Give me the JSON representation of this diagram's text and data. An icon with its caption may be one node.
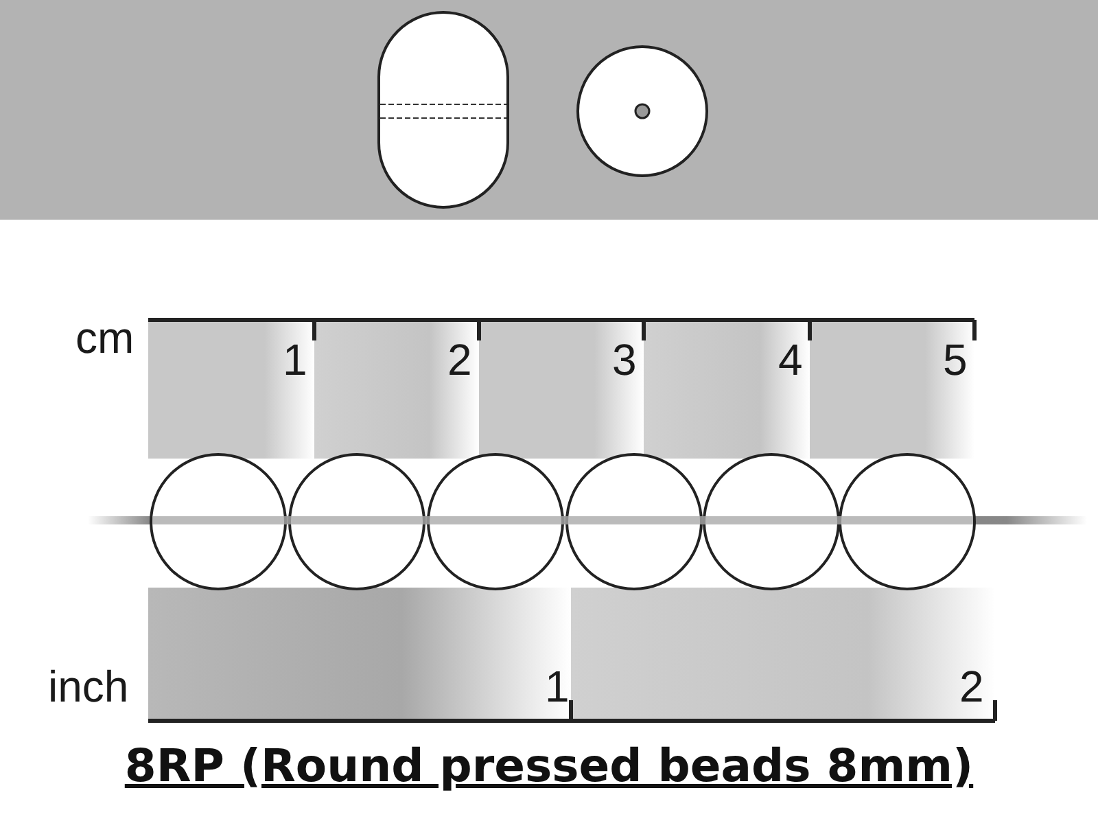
{
  "diagram": {
    "caption": "8RP (Round pressed beads 8mm)",
    "labels": [
      "cm",
      "1",
      "2",
      "3",
      "4",
      "5",
      "inch",
      "1",
      "2"
    ]
  }
}
